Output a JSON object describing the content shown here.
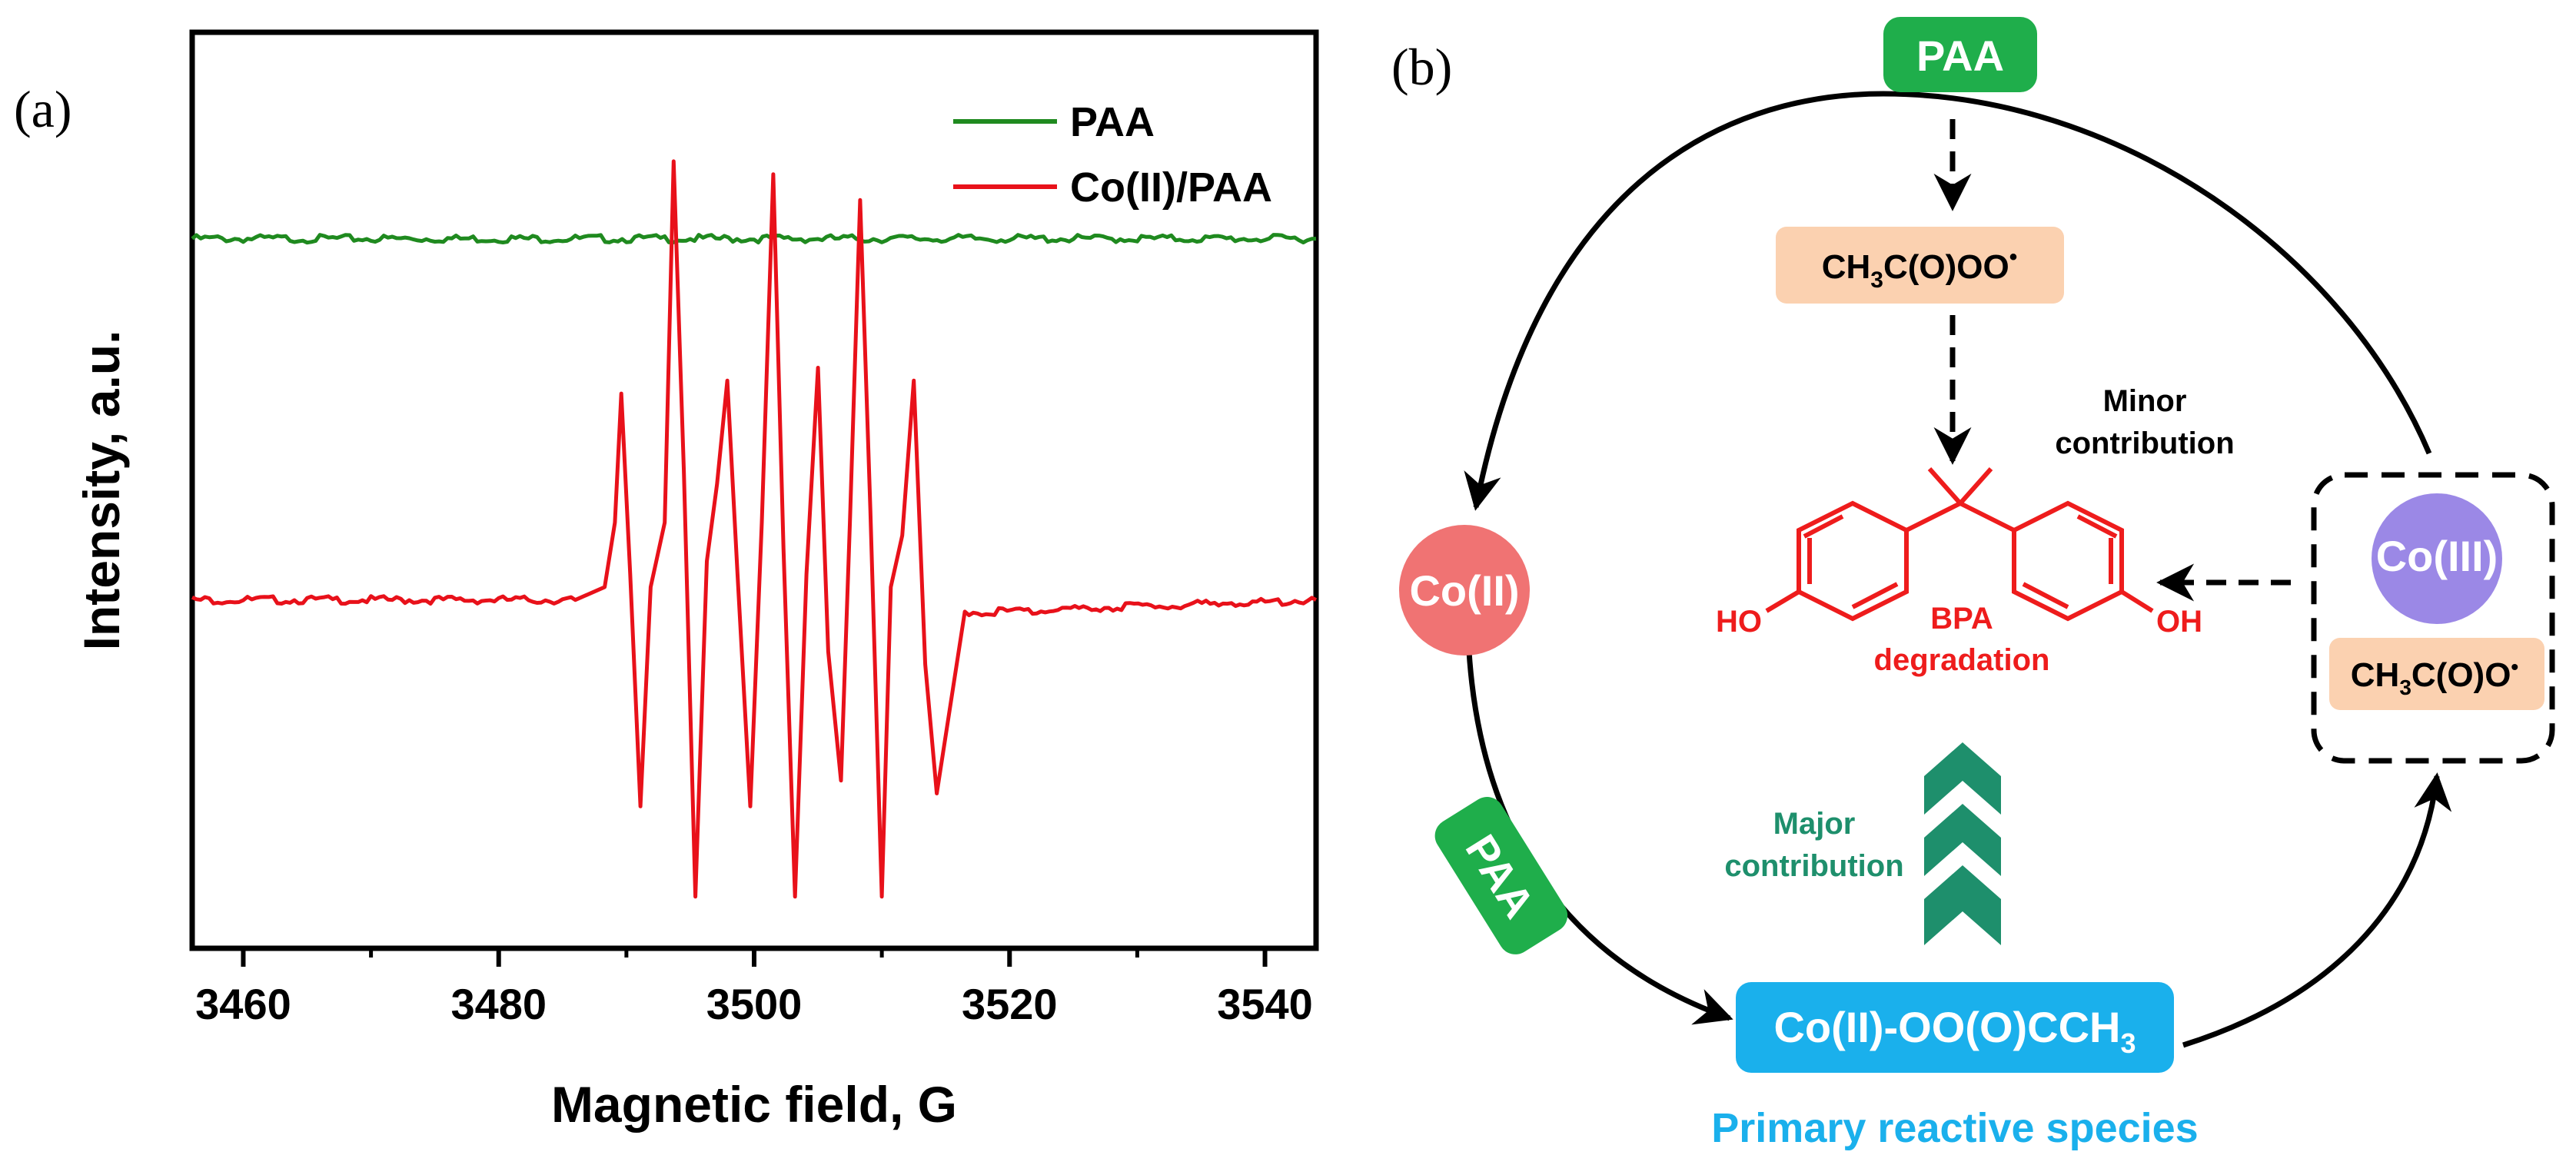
{
  "panels": {
    "a": "(a)",
    "b": "(b)"
  },
  "chart_data": {
    "type": "line",
    "title": "",
    "xlabel": "Magnetic field, G",
    "ylabel": "Intensity, a.u.",
    "xlim": [
      3456,
      3544
    ],
    "ylim": [
      -2.7,
      4.4
    ],
    "xticks": [
      3460,
      3480,
      3500,
      3520,
      3540
    ],
    "y_tick_labels": false,
    "grid": false,
    "legend_position": "top-right",
    "series": [
      {
        "name": "PAA",
        "color": "#1f8a1f",
        "x": [
          3456,
          3544
        ],
        "y": [
          2.8,
          2.8
        ]
      },
      {
        "name": "Co(II)/PAA",
        "color": "#e8111a",
        "x": [
          3456,
          3486,
          3488.3,
          3489.1,
          3489.6,
          3490.3,
          3491.1,
          3491.9,
          3493.0,
          3493.7,
          3494.5,
          3495.4,
          3496.3,
          3497.1,
          3497.9,
          3498.7,
          3499.7,
          3500.6,
          3501.5,
          3502.3,
          3503.2,
          3504.1,
          3505.0,
          3505.8,
          3506.8,
          3507.5,
          3508.3,
          3509.1,
          3510.0,
          3510.7,
          3511.6,
          3512.5,
          3513.4,
          3514.3,
          3516.5,
          3544
        ],
        "y": [
          0,
          0,
          0.1,
          0.6,
          1.6,
          0.2,
          -1.6,
          0.1,
          0.6,
          3.4,
          1.0,
          -2.3,
          0.3,
          0.9,
          1.7,
          0.2,
          -1.6,
          0.6,
          3.3,
          0.4,
          -2.3,
          0.2,
          1.8,
          -0.4,
          -1.4,
          0.6,
          3.1,
          0.7,
          -2.3,
          0.1,
          0.5,
          1.7,
          -0.5,
          -1.5,
          -0.1,
          0
        ]
      }
    ]
  },
  "diagram": {
    "paa_top": "PAA",
    "paa_left": "PAA",
    "co2": "Co(II)",
    "co3": "Co(III)",
    "peroxyl_radical": {
      "main": "CH",
      "sub1": "3",
      "rest": "C(O)OO",
      "dot": "•"
    },
    "acetoxyl_radical": {
      "main": "CH",
      "sub1": "3",
      "rest": "C(O)O",
      "dot": "•"
    },
    "complex": {
      "main": "Co(II)-OO(O)CCH",
      "sub": "3"
    },
    "bpa_line1": "BPA",
    "bpa_line2": "degradation",
    "ho_left": "HO",
    "oh_right": "OH",
    "minor_line1": "Minor",
    "minor_line2": "contribution",
    "major_line1": "Major",
    "major_line2": "contribution",
    "primary_species": "Primary reactive species",
    "colors": {
      "green_pill": "#1fae4b",
      "co2_fill": "#f07373",
      "co3_fill": "#9b88e6",
      "peach_box": "#fbd1b0",
      "blue_box": "#1ab0ec",
      "bpa_red": "#ee1c1c",
      "major_teal": "#1e8f6c",
      "primary_blue": "#1ab0ec"
    }
  }
}
